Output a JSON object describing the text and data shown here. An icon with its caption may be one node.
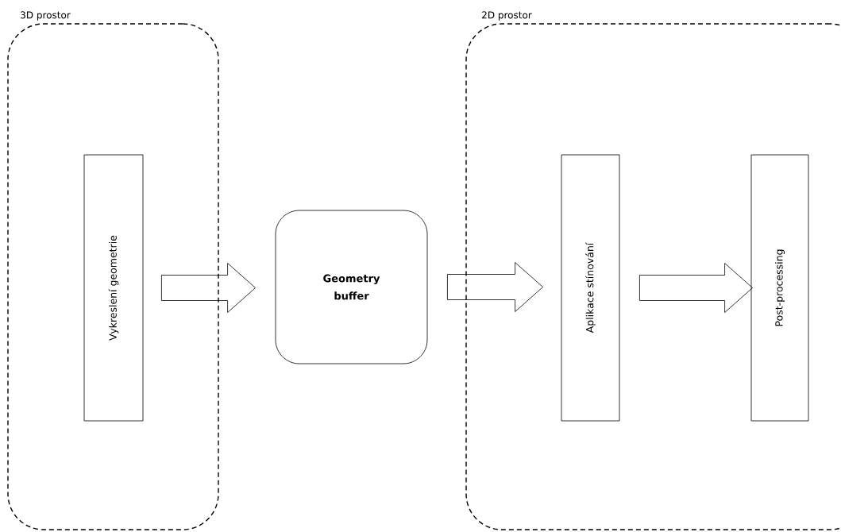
{
  "diagram": {
    "nodes": [
      {
        "text": [
          "3D prostor"
        ]
      },
      {
        "text": [
          "2D prostor"
        ]
      },
      {
        "text": [
          "Vykreslení geometrie"
        ],
        "in": 0
      },
      {
        "text": [
          "Geometry buffer"
        ]
      },
      {
        "text": [
          "Aplikace stínování"
        ],
        "in": 1
      },
      {
        "text": [
          "Post-processing"
        ],
        "in": 1
      }
    ],
    "edges": [
      {
        "from": 2,
        "to": 3,
        "arrow": "to"
      },
      {
        "from": 3,
        "to": 4,
        "arrow": "to"
      },
      {
        "from": 4,
        "to": 5,
        "arrow": "to"
      }
    ]
  }
}
